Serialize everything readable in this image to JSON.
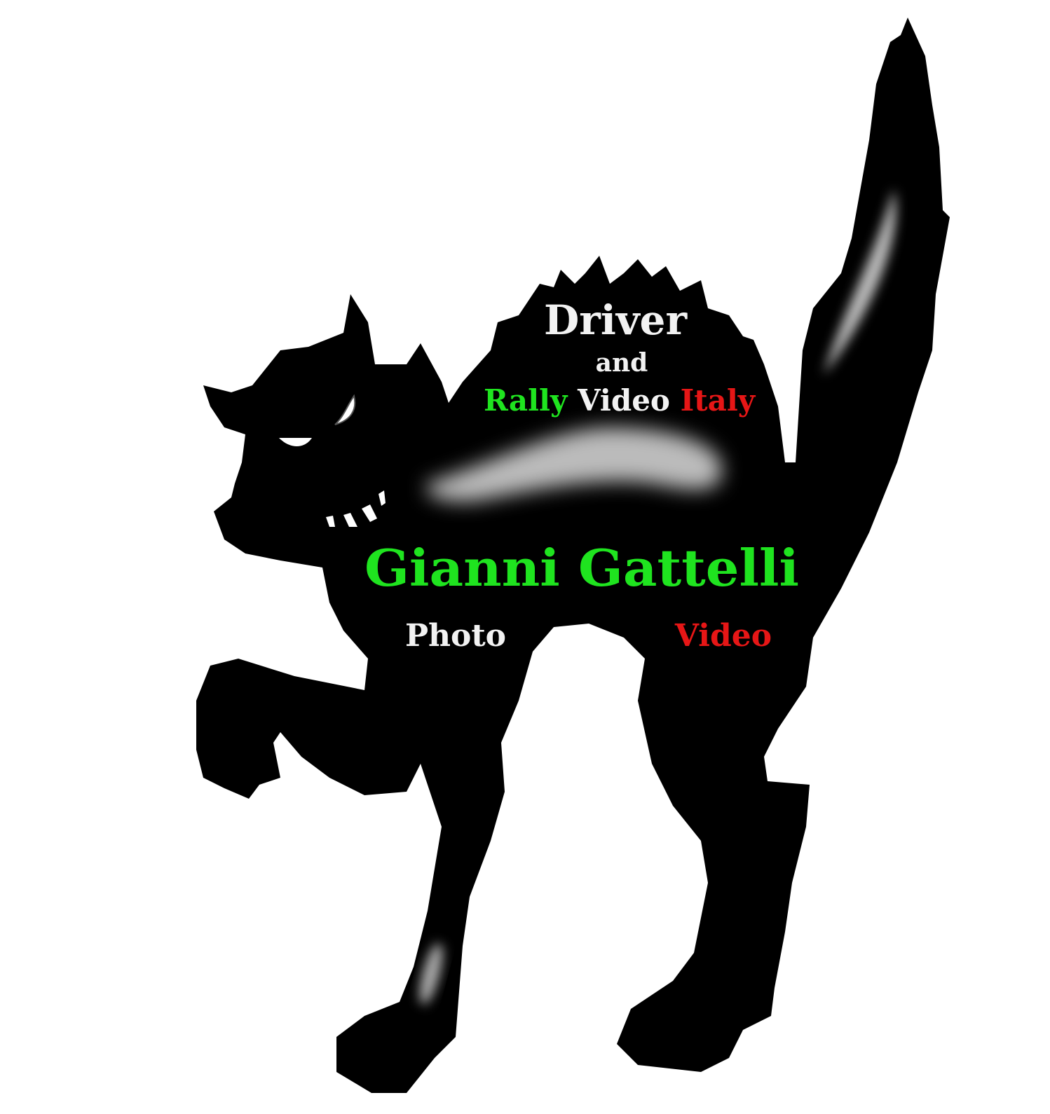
{
  "logo": {
    "line1": "Driver",
    "line2": "and",
    "line3": {
      "word1": "Rally",
      "word2": "Video",
      "word3": "Italy"
    },
    "name": "Gianni Gattelli",
    "service_left": "Photo",
    "service_right": "Video"
  },
  "colors": {
    "silhouette": "#000000",
    "white": "#f2f2f2",
    "green": "#1fe41f",
    "red": "#e61616"
  }
}
